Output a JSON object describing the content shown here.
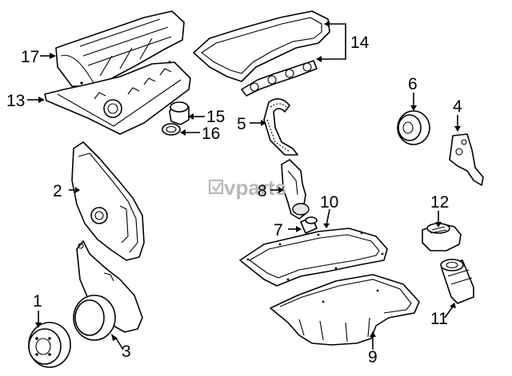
{
  "callouts": [
    "1",
    "2",
    "3",
    "4",
    "5",
    "6",
    "7",
    "8",
    "9",
    "10",
    "11",
    "12",
    "13",
    "14",
    "15",
    "16",
    "17"
  ],
  "parts": {
    "p1": "crankshaft-pulley",
    "p2": "upper-timing-cover",
    "p3": "lower-timing-cover",
    "p4": "mount-bracket",
    "p5": "timing-chain",
    "p6": "pulley",
    "p7": "pickup-sleeve",
    "p8": "oil-pump-pickup",
    "p9": "oil-pan",
    "p10": "oil-pan-gasket",
    "p11": "oil-filter",
    "p12": "filter-housing",
    "p13": "valve-cover",
    "p14": "valve-cover-gasket",
    "p15": "oil-filler-cap",
    "p16": "cap-seal",
    "p17": "engine-cover"
  },
  "watermark": "vparts"
}
